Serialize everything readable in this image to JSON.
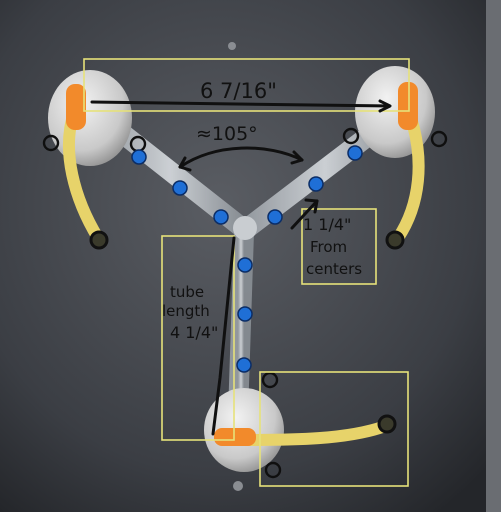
{
  "annotations": {
    "top_width": "6 7/16\"",
    "angle": "≈105°",
    "spacing_value": "1 1/4\"",
    "spacing_from": "From",
    "spacing_centers": "centers",
    "tube_label_1": "tube",
    "tube_label_2": "length",
    "tube_label_3": "4 1/4\""
  },
  "colors": {
    "panel": "#3a3c41",
    "highlight_box": "#e6e27a",
    "marker_blue": "#1f6fd6",
    "hose_yellow": "#e7d36a",
    "fitting_orange": "#f28a2b",
    "ink": "#101010"
  }
}
